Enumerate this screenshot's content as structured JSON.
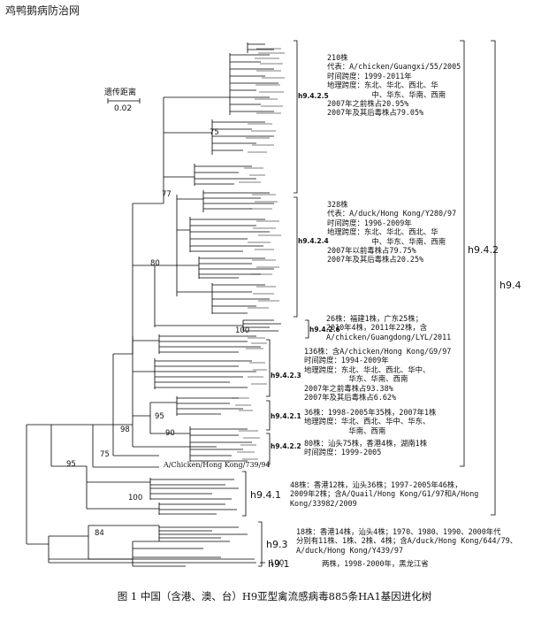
{
  "watermark": "鸡鸭鹅病防治网",
  "scale": {
    "label": "遗传距离",
    "value": "0.02"
  },
  "bootstrap": {
    "b75a": "75",
    "b77": "77",
    "b80": "80",
    "b100a": "100",
    "b95a": "95",
    "b90": "90",
    "b98": "98",
    "b75b": "75",
    "b95b": "95",
    "b100b": "100",
    "b84": "84",
    "b100c": "100"
  },
  "clades": {
    "h9_4_2_5": "h9.4.2.5",
    "h9_4_2_4": "h9.4.2.4",
    "h9_4_2_6": "h9.4.2.6",
    "h9_4_2_3": "h9.4.2.3",
    "h9_4_2_1": "h9.4.2.1",
    "h9_4_2_2": "h9.4.2.2",
    "h9_4_1": "h9.4.1",
    "h9_3": "h9.3",
    "h9_1": "h9.1",
    "h9_4_2": "h9.4.2",
    "h9_4": "h9.4"
  },
  "annotations": {
    "a425": "210株\n代表：A/chicken/Guangxi/55/2005\n时间跨度：1999-2011年\n地理跨度：东北、华北、西北、华\n          中、华东、华南、西南\n2007年之前株占20.95%\n2007年及其后毒株占79.05%",
    "a424": "328株\n代表：A/duck/Hong Kong/Y280/97\n时间跨度：1996-2009年\n地理跨度：东北、华北、西北、华\n          中、华东、华南、西南\n2007年以前毒株占79.75%\n2007年及其后毒株占20.25%",
    "a426": "26株：福建1株，广东25株；\n2010年4株，2011年22株，含\nA/chicken/Guangdong/LYL/2011",
    "a423": "136株：含A/chicken/Hong Kong/G9/97\n时间跨度：1994-2009年\n地理跨度：东北、华北、西北、华中、\n          华东、华南、西南\n2007年之前毒株占93.38%\n2007年及其后毒株占6.62%",
    "a421": "36株：1998-2005年35株，2007年1株\n地理跨度：华北、西北、华中、华东、\n          华南、西南",
    "a422": "80株：汕头75株，香港4株，湖南1株\n时间跨度：1999-2005",
    "a41": "48株：香港12株，汕头36株；1997-2005年46株，\n2009年2株；含A/Quail/Hong Kong/G1/97和A/Hong\nKong/33982/2009",
    "a93": "18株：香港14株，汕头4株；1970、1980、1990、2000年代\n分别有11株、1株、2株、4株；含A/duck/Hong Kong/644/79、\nA/duck/Hong Kong/Y439/97",
    "a91": "两株，1998-2000年，黑龙江省"
  },
  "sequence_label": "A/Chicken/Hong Kong/739/94",
  "caption": "图 1  中国（含港、澳、台）H9亚型禽流感病毒885条HA1基因进化树"
}
